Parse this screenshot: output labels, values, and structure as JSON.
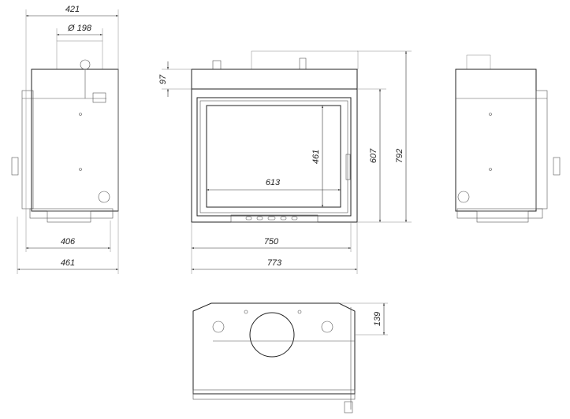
{
  "dimensions": {
    "side_left": {
      "top_width": "421",
      "flue_diameter": "Ø 198",
      "base_depth": "406",
      "total_depth": "461"
    },
    "front": {
      "top_band_height": "97",
      "inner_width": "750",
      "total_width": "773",
      "glass_width": "613",
      "glass_height": "461",
      "door_height": "607",
      "total_height": "792"
    },
    "top": {
      "flue_offset": "139"
    }
  }
}
